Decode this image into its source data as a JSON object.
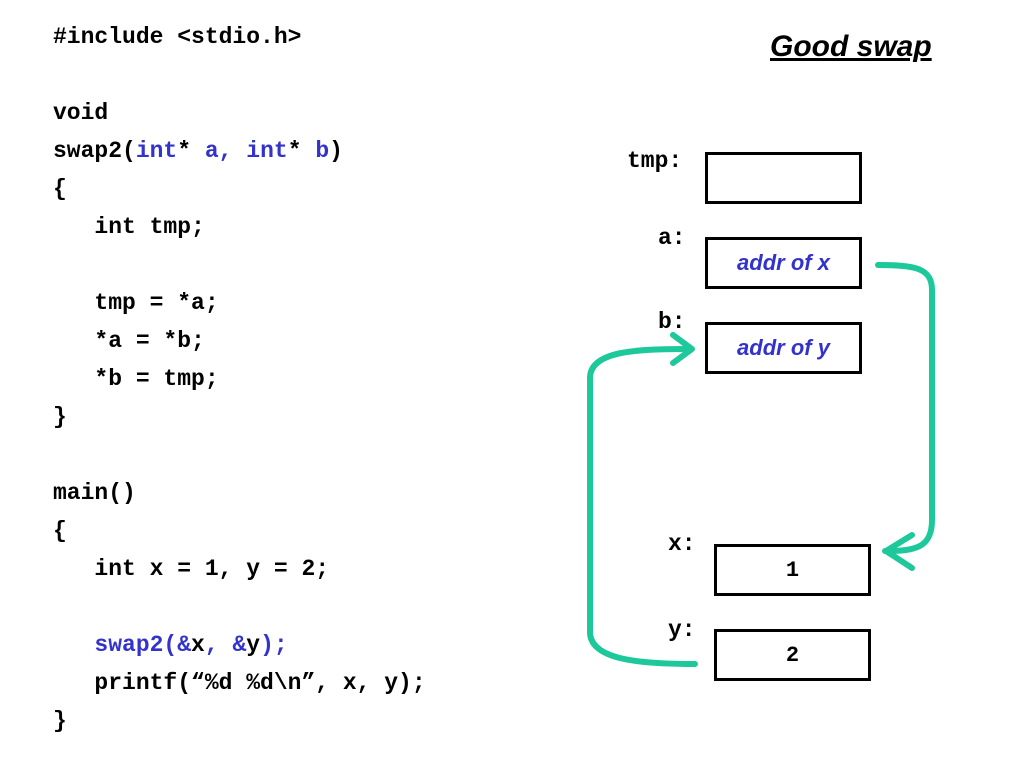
{
  "code": {
    "include": "#include <stdio.h>",
    "void": "void",
    "fn_name": "swap2(",
    "param_a_type": "int",
    "param_a_star": "*",
    "param_a_name": " a, ",
    "param_b_type": "int",
    "param_b_star": "*",
    "param_b_name": " b",
    "fn_close": ")",
    "open_brace_1": "{",
    "decl_tmp": "   int tmp;",
    "stmt_1": "   tmp = *a;",
    "stmt_2": "   *a = *b;",
    "stmt_3": "   *b = tmp;",
    "close_brace_1": "}",
    "main": "main()",
    "open_brace_2": "{",
    "decl_xy": "   int x = 1, y = 2;",
    "call_indent": "   ",
    "call_open": "swap2(&",
    "call_x": "x",
    "call_mid": ", &",
    "call_y": "y",
    "call_close": ");",
    "printf": "   printf(“%d %d\\n”, x, y);",
    "close_brace_2": "}"
  },
  "diagram": {
    "title": "Good swap",
    "tmp_label": "tmp:",
    "tmp_value": "",
    "a_label": "a:",
    "a_value": "addr of x",
    "b_label": "b:",
    "b_value": "addr of y",
    "x_label": "x:",
    "x_value": "1",
    "y_label": "y:",
    "y_value": "2"
  },
  "colors": {
    "code_highlight": "#3333cc",
    "arrow": "#1dc89a"
  }
}
